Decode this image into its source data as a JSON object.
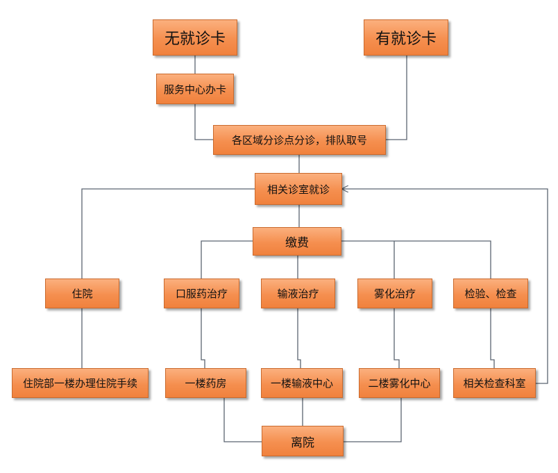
{
  "nodes": {
    "no_card": "无就诊卡",
    "has_card": "有就诊卡",
    "service_center": "服务中心办卡",
    "triage": "各区域分诊点分诊，排队取号",
    "consult": "相关诊室就诊",
    "payment": "缴费",
    "hospitalization": "住院",
    "oral_medicine": "口服药治疗",
    "infusion": "输液治疗",
    "nebulization": "雾化治疗",
    "examination": "检验、检查",
    "inpatient_procedure": "住院部一楼办理住院手续",
    "pharmacy": "一楼药房",
    "infusion_center": "一楼输液中心",
    "nebulization_center": "二楼雾化中心",
    "exam_department": "相关检查科室",
    "discharge": "离院"
  },
  "colors": {
    "box_fill_top": "#fbb07e",
    "box_fill_bottom": "#f0813d",
    "box_border": "#c9692c",
    "connector": "#5a6470"
  }
}
